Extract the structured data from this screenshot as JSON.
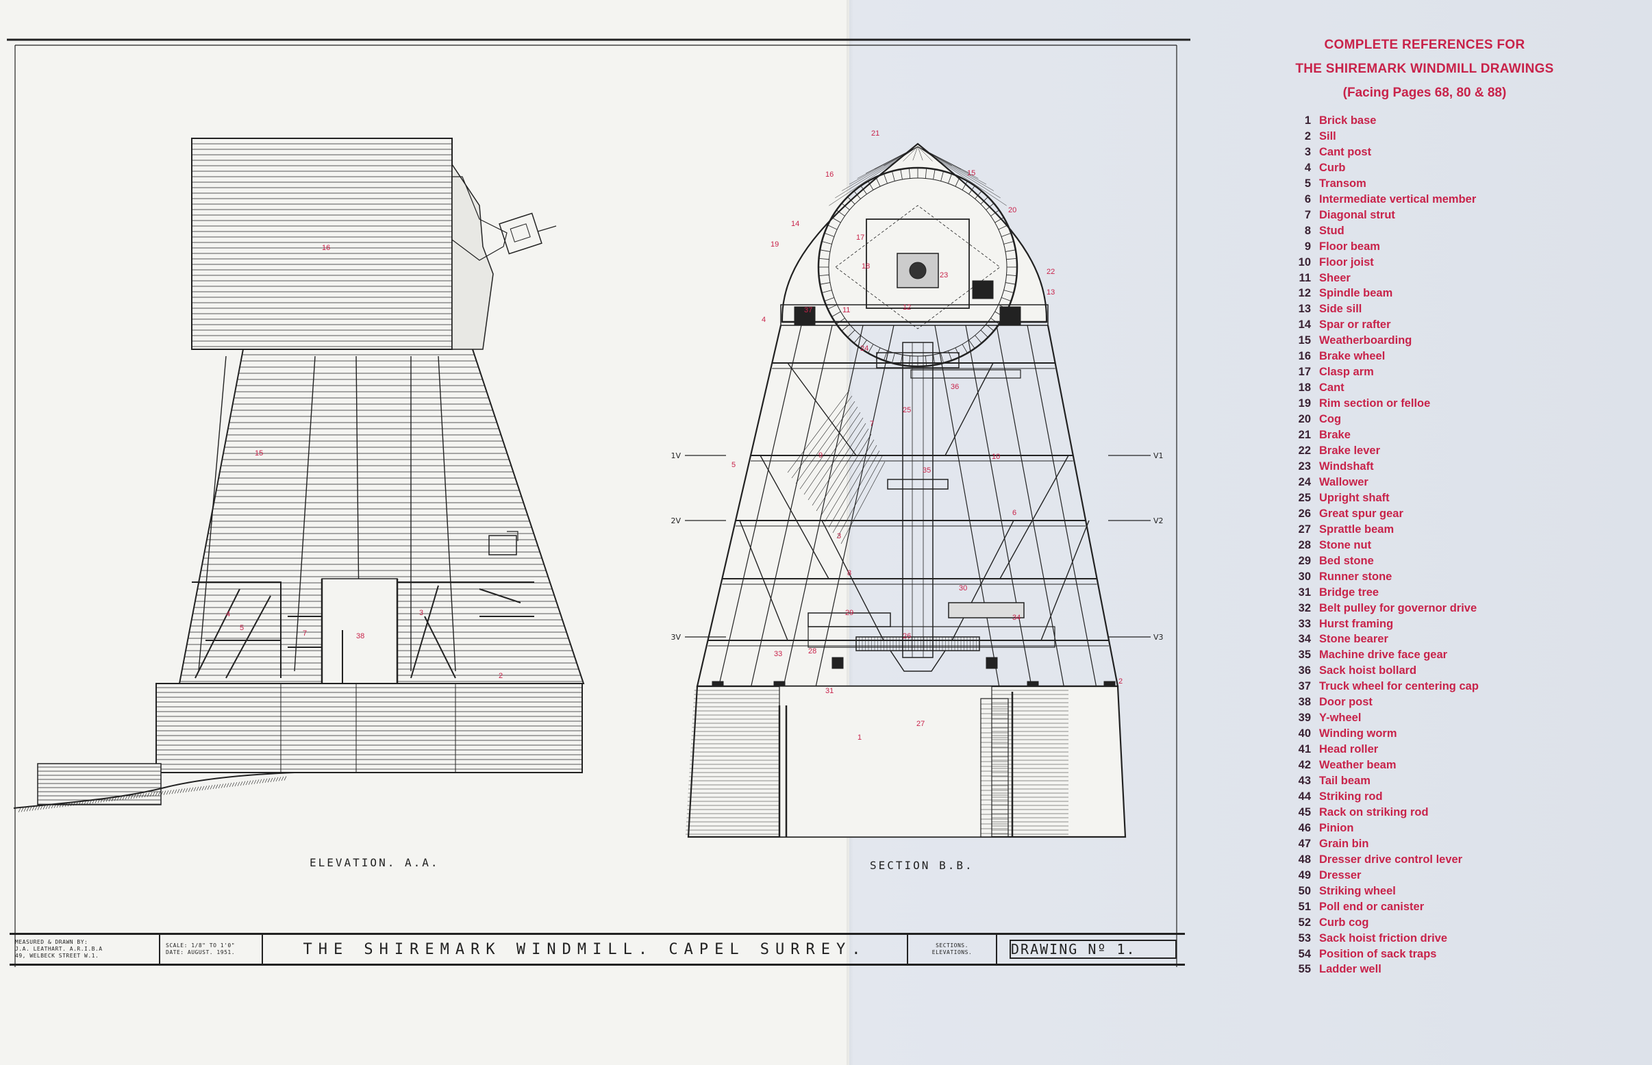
{
  "drawing": {
    "view_labels": {
      "elevation": "ELEVATION. A.A.",
      "section": "SECTION B.B."
    },
    "section_levels": [
      "1",
      "2",
      "3"
    ],
    "elevation_callouts": [
      "16",
      "15",
      "3",
      "7",
      "38",
      "2",
      "4",
      "5"
    ],
    "section_callouts": [
      "21",
      "16",
      "15",
      "20",
      "14",
      "19",
      "18",
      "17",
      "23",
      "22",
      "13",
      "12",
      "11",
      "37",
      "4",
      "24",
      "25",
      "36",
      "7",
      "9",
      "10",
      "5",
      "35",
      "6",
      "3",
      "8",
      "30",
      "29",
      "34",
      "33",
      "28",
      "26",
      "31",
      "27",
      "1",
      "2"
    ]
  },
  "title_block": {
    "measured_label": "MEASURED & DRAWN BY:",
    "author": "J.A. LEATHART. A.R.I.B.A",
    "address": "49, WELBECK STREET W.1.",
    "scale": "SCALE: 1/8\" TO 1'0\"",
    "date": "DATE: AUGUST. 1951.",
    "title": "THE SHIREMARK WINDMILL. CAPEL SURREY.",
    "subject_1": "SECTIONS.",
    "subject_2": "ELEVATIONS.",
    "drawing_no": "DRAWING Nº 1."
  },
  "references": {
    "title_line_1": "COMPLETE REFERENCES FOR",
    "title_line_2": "THE SHIREMARK WINDMILL DRAWINGS",
    "subtitle": "(Facing Pages 68, 80 & 88)",
    "items": [
      {
        "num": "1",
        "name": "Brick base"
      },
      {
        "num": "2",
        "name": "Sill"
      },
      {
        "num": "3",
        "name": "Cant post"
      },
      {
        "num": "4",
        "name": "Curb"
      },
      {
        "num": "5",
        "name": "Transom"
      },
      {
        "num": "6",
        "name": "Intermediate vertical member"
      },
      {
        "num": "7",
        "name": "Diagonal strut"
      },
      {
        "num": "8",
        "name": "Stud"
      },
      {
        "num": "9",
        "name": "Floor beam"
      },
      {
        "num": "10",
        "name": "Floor joist"
      },
      {
        "num": "11",
        "name": "Sheer"
      },
      {
        "num": "12",
        "name": "Spindle beam"
      },
      {
        "num": "13",
        "name": "Side sill"
      },
      {
        "num": "14",
        "name": "Spar or rafter"
      },
      {
        "num": "15",
        "name": "Weatherboarding"
      },
      {
        "num": "16",
        "name": "Brake wheel"
      },
      {
        "num": "17",
        "name": "Clasp arm"
      },
      {
        "num": "18",
        "name": "Cant"
      },
      {
        "num": "19",
        "name": "Rim section or felloe"
      },
      {
        "num": "20",
        "name": "Cog"
      },
      {
        "num": "21",
        "name": "Brake"
      },
      {
        "num": "22",
        "name": "Brake lever"
      },
      {
        "num": "23",
        "name": "Windshaft"
      },
      {
        "num": "24",
        "name": "Wallower"
      },
      {
        "num": "25",
        "name": "Upright shaft"
      },
      {
        "num": "26",
        "name": "Great spur gear"
      },
      {
        "num": "27",
        "name": "Sprattle beam"
      },
      {
        "num": "28",
        "name": "Stone nut"
      },
      {
        "num": "29",
        "name": "Bed stone"
      },
      {
        "num": "30",
        "name": "Runner stone"
      },
      {
        "num": "31",
        "name": "Bridge tree"
      },
      {
        "num": "32",
        "name": "Belt pulley for governor drive"
      },
      {
        "num": "33",
        "name": "Hurst framing"
      },
      {
        "num": "34",
        "name": "Stone bearer"
      },
      {
        "num": "35",
        "name": "Machine drive face gear"
      },
      {
        "num": "36",
        "name": "Sack hoist bollard"
      },
      {
        "num": "37",
        "name": "Truck wheel for centering cap"
      },
      {
        "num": "38",
        "name": "Door post"
      },
      {
        "num": "39",
        "name": "Y-wheel"
      },
      {
        "num": "40",
        "name": "Winding worm"
      },
      {
        "num": "41",
        "name": "Head roller"
      },
      {
        "num": "42",
        "name": "Weather beam"
      },
      {
        "num": "43",
        "name": "Tail beam"
      },
      {
        "num": "44",
        "name": "Striking rod"
      },
      {
        "num": "45",
        "name": "Rack on striking rod"
      },
      {
        "num": "46",
        "name": "Pinion"
      },
      {
        "num": "47",
        "name": "Grain bin"
      },
      {
        "num": "48",
        "name": "Dresser drive control lever"
      },
      {
        "num": "49",
        "name": "Dresser"
      },
      {
        "num": "50",
        "name": "Striking wheel"
      },
      {
        "num": "51",
        "name": "Poll end or canister"
      },
      {
        "num": "52",
        "name": "Curb cog"
      },
      {
        "num": "53",
        "name": "Sack hoist friction drive"
      },
      {
        "num": "54",
        "name": "Position of sack traps"
      },
      {
        "num": "55",
        "name": "Ladder well"
      }
    ]
  },
  "colors": {
    "ink": "#1f1f1f",
    "callout_red": "#c8234a",
    "paper": "#f4f4f1",
    "panel": "#dde2ea"
  }
}
